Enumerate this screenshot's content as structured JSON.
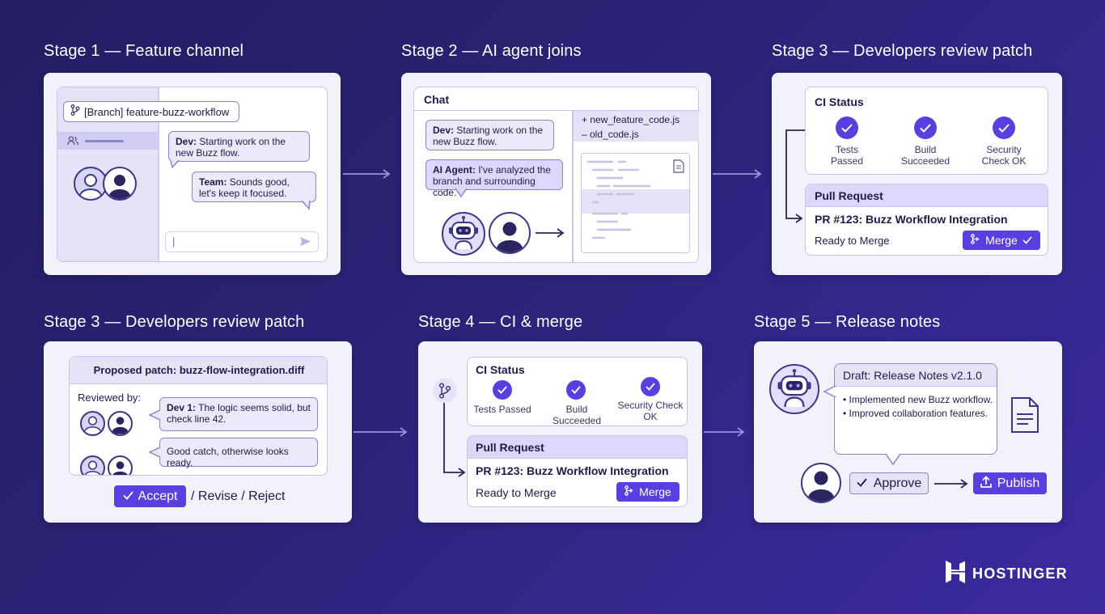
{
  "stage1": {
    "title": "Stage 1 — Feature channel",
    "branch": "[Branch] feature-buzz-workflow",
    "msg1_who": "Dev:",
    "msg1_text": " Starting work on the new Buzz flow.",
    "msg2_who": "Team:",
    "msg2_text": " Sounds good, let's keep it focused.",
    "input_caret": "|"
  },
  "stage2": {
    "title": "Stage 2 — AI agent joins",
    "chat_label": "Chat",
    "msg1_who": "Dev:",
    "msg1_text": " Starting work on the new Buzz flow.",
    "msg2_who": "AI Agent:",
    "msg2_text": " I've analyzed the branch and surrounding code.",
    "file_added": "+ new_feature_code.js",
    "file_removed": "– old_code.js"
  },
  "stage3a": {
    "title": "Stage 3 — Developers review patch",
    "ci_label": "CI Status",
    "checks": [
      "Tests Passed",
      "Build Succeeded",
      "Security Check OK"
    ],
    "pr_header": "Pull Request",
    "pr_title": "PR #123: Buzz Workflow Integration",
    "pr_status": "Ready to Merge",
    "merge_label": "Merge"
  },
  "stage3b": {
    "title": "Stage 3 — Developers review patch",
    "patch_header": "Proposed patch: buzz-flow-integration.diff",
    "reviewed_by": "Reviewed by:",
    "c1_who": "Dev 1:",
    "c1_text": " The logic seems solid, but check line 42.",
    "c2_text": "Good catch, otherwise looks ready.",
    "accept_label": "Accept",
    "other_actions": "/ Revise / Reject"
  },
  "stage4": {
    "title": "Stage 4 — CI & merge",
    "ci_label": "CI Status",
    "checks": [
      "Tests Passed",
      "Build Succeeded",
      "Security Check OK"
    ],
    "pr_header": "Pull Request",
    "pr_title": "PR #123: Buzz Workflow Integration",
    "pr_status": "Ready to Merge",
    "merge_label": "Merge"
  },
  "stage5": {
    "title": "Stage 5 — Release notes",
    "draft_title": "Draft: Release Notes v2.1.0",
    "bullets": [
      "• Implemented new Buzz workflow.",
      "• Improved collaboration features."
    ],
    "approve_label": "Approve",
    "publish_label": "Publish"
  },
  "brand": {
    "name": "HOSTINGER"
  },
  "colors": {
    "background": "#2c2378",
    "accent": "#5b3ee0",
    "card": "#f3f2fb",
    "bubble": "#ece9fb"
  }
}
